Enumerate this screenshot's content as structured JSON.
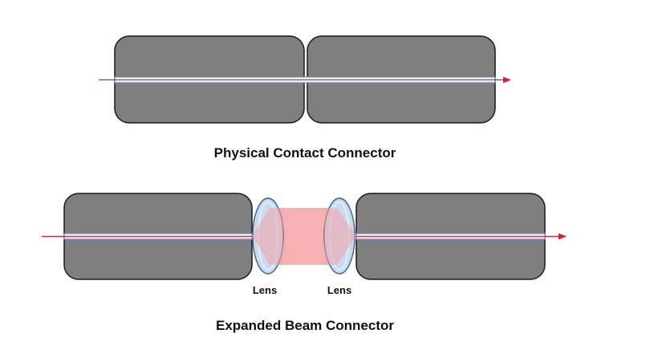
{
  "colors": {
    "ferrule_fill": "#7f7f7f",
    "ferrule_stroke": "#1a1a1a",
    "fiber_core": "#e21d2b",
    "fiber_cladding": "#6a8fd6",
    "beam": "#f4a3a6",
    "lens_fill": "#c9dcef",
    "lens_stroke": "#3e5f8a",
    "background": "#ffffff"
  },
  "physical_contact": {
    "title": "Physical Contact Connector"
  },
  "expanded_beam": {
    "title": "Expanded Beam Connector",
    "lens_left_label": "Lens",
    "lens_right_label": "Lens"
  }
}
